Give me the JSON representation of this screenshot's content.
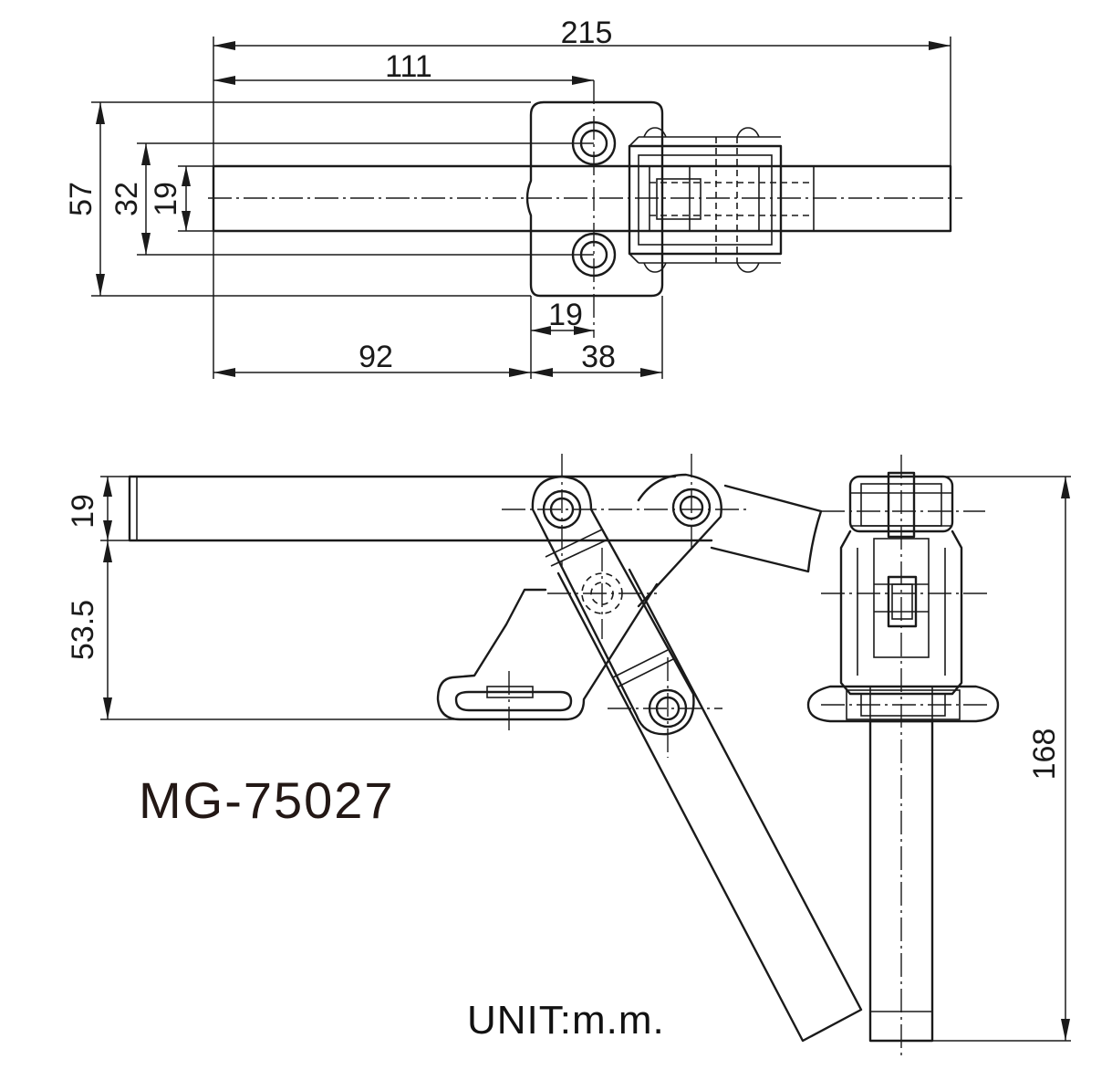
{
  "model_number": "MG-75027",
  "unit_label": "UNIT:m.m.",
  "top_view": {
    "dim_overall_length": "215",
    "dim_to_bolt_center": "111",
    "dim_base_width_outer": "57",
    "dim_bolt_spacing": "32",
    "dim_bar_width": "19",
    "dim_bolt_offset": "19",
    "dim_base_to_bracket": "92",
    "dim_bracket_length": "38"
  },
  "side_view": {
    "dim_bar_thickness": "19",
    "dim_bar_height": "53.5"
  },
  "end_view": {
    "dim_total_height": "168"
  }
}
